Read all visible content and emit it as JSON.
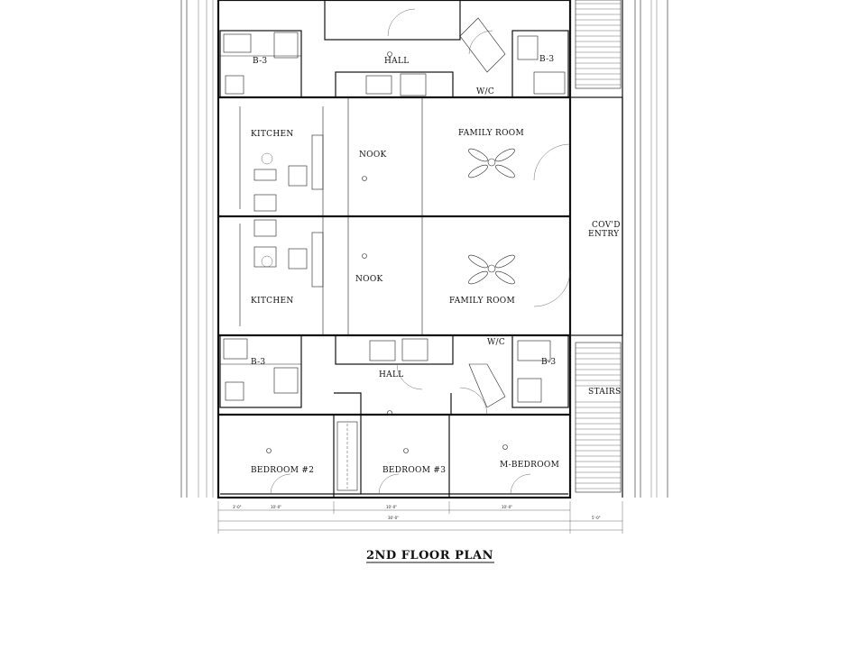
{
  "drawing": {
    "title": "2ND FLOOR PLAN",
    "rooms": {
      "kitchen_upper": "KITCHEN",
      "kitchen_lower": "KITCHEN",
      "nook_upper": "NOOK",
      "nook_lower": "NOOK",
      "family_upper": "FAMILY ROOM",
      "family_lower": "FAMILY ROOM",
      "hall_upper": "HALL",
      "hall_lower": "HALL",
      "wic_upper": "W/C",
      "wic_lower": "W/C",
      "bath_upper_left": "B-3",
      "bath_upper_right": "B-3",
      "bath_lower_left": "B-3",
      "bath_lower_right": "B-3",
      "covd_entry_1": "COV'D",
      "covd_entry_2": "ENTRY",
      "stairs": "STAIRS",
      "bedroom2": "BEDROOM #2",
      "bedroom3": "BEDROOM #3",
      "mbedroom": "M-BEDROOM"
    },
    "dimensions": {
      "total": "30'-0\"",
      "a": "3'-0\"",
      "b": "10'-0\"",
      "c": "4'-0\"",
      "d": "5'-0\""
    }
  }
}
